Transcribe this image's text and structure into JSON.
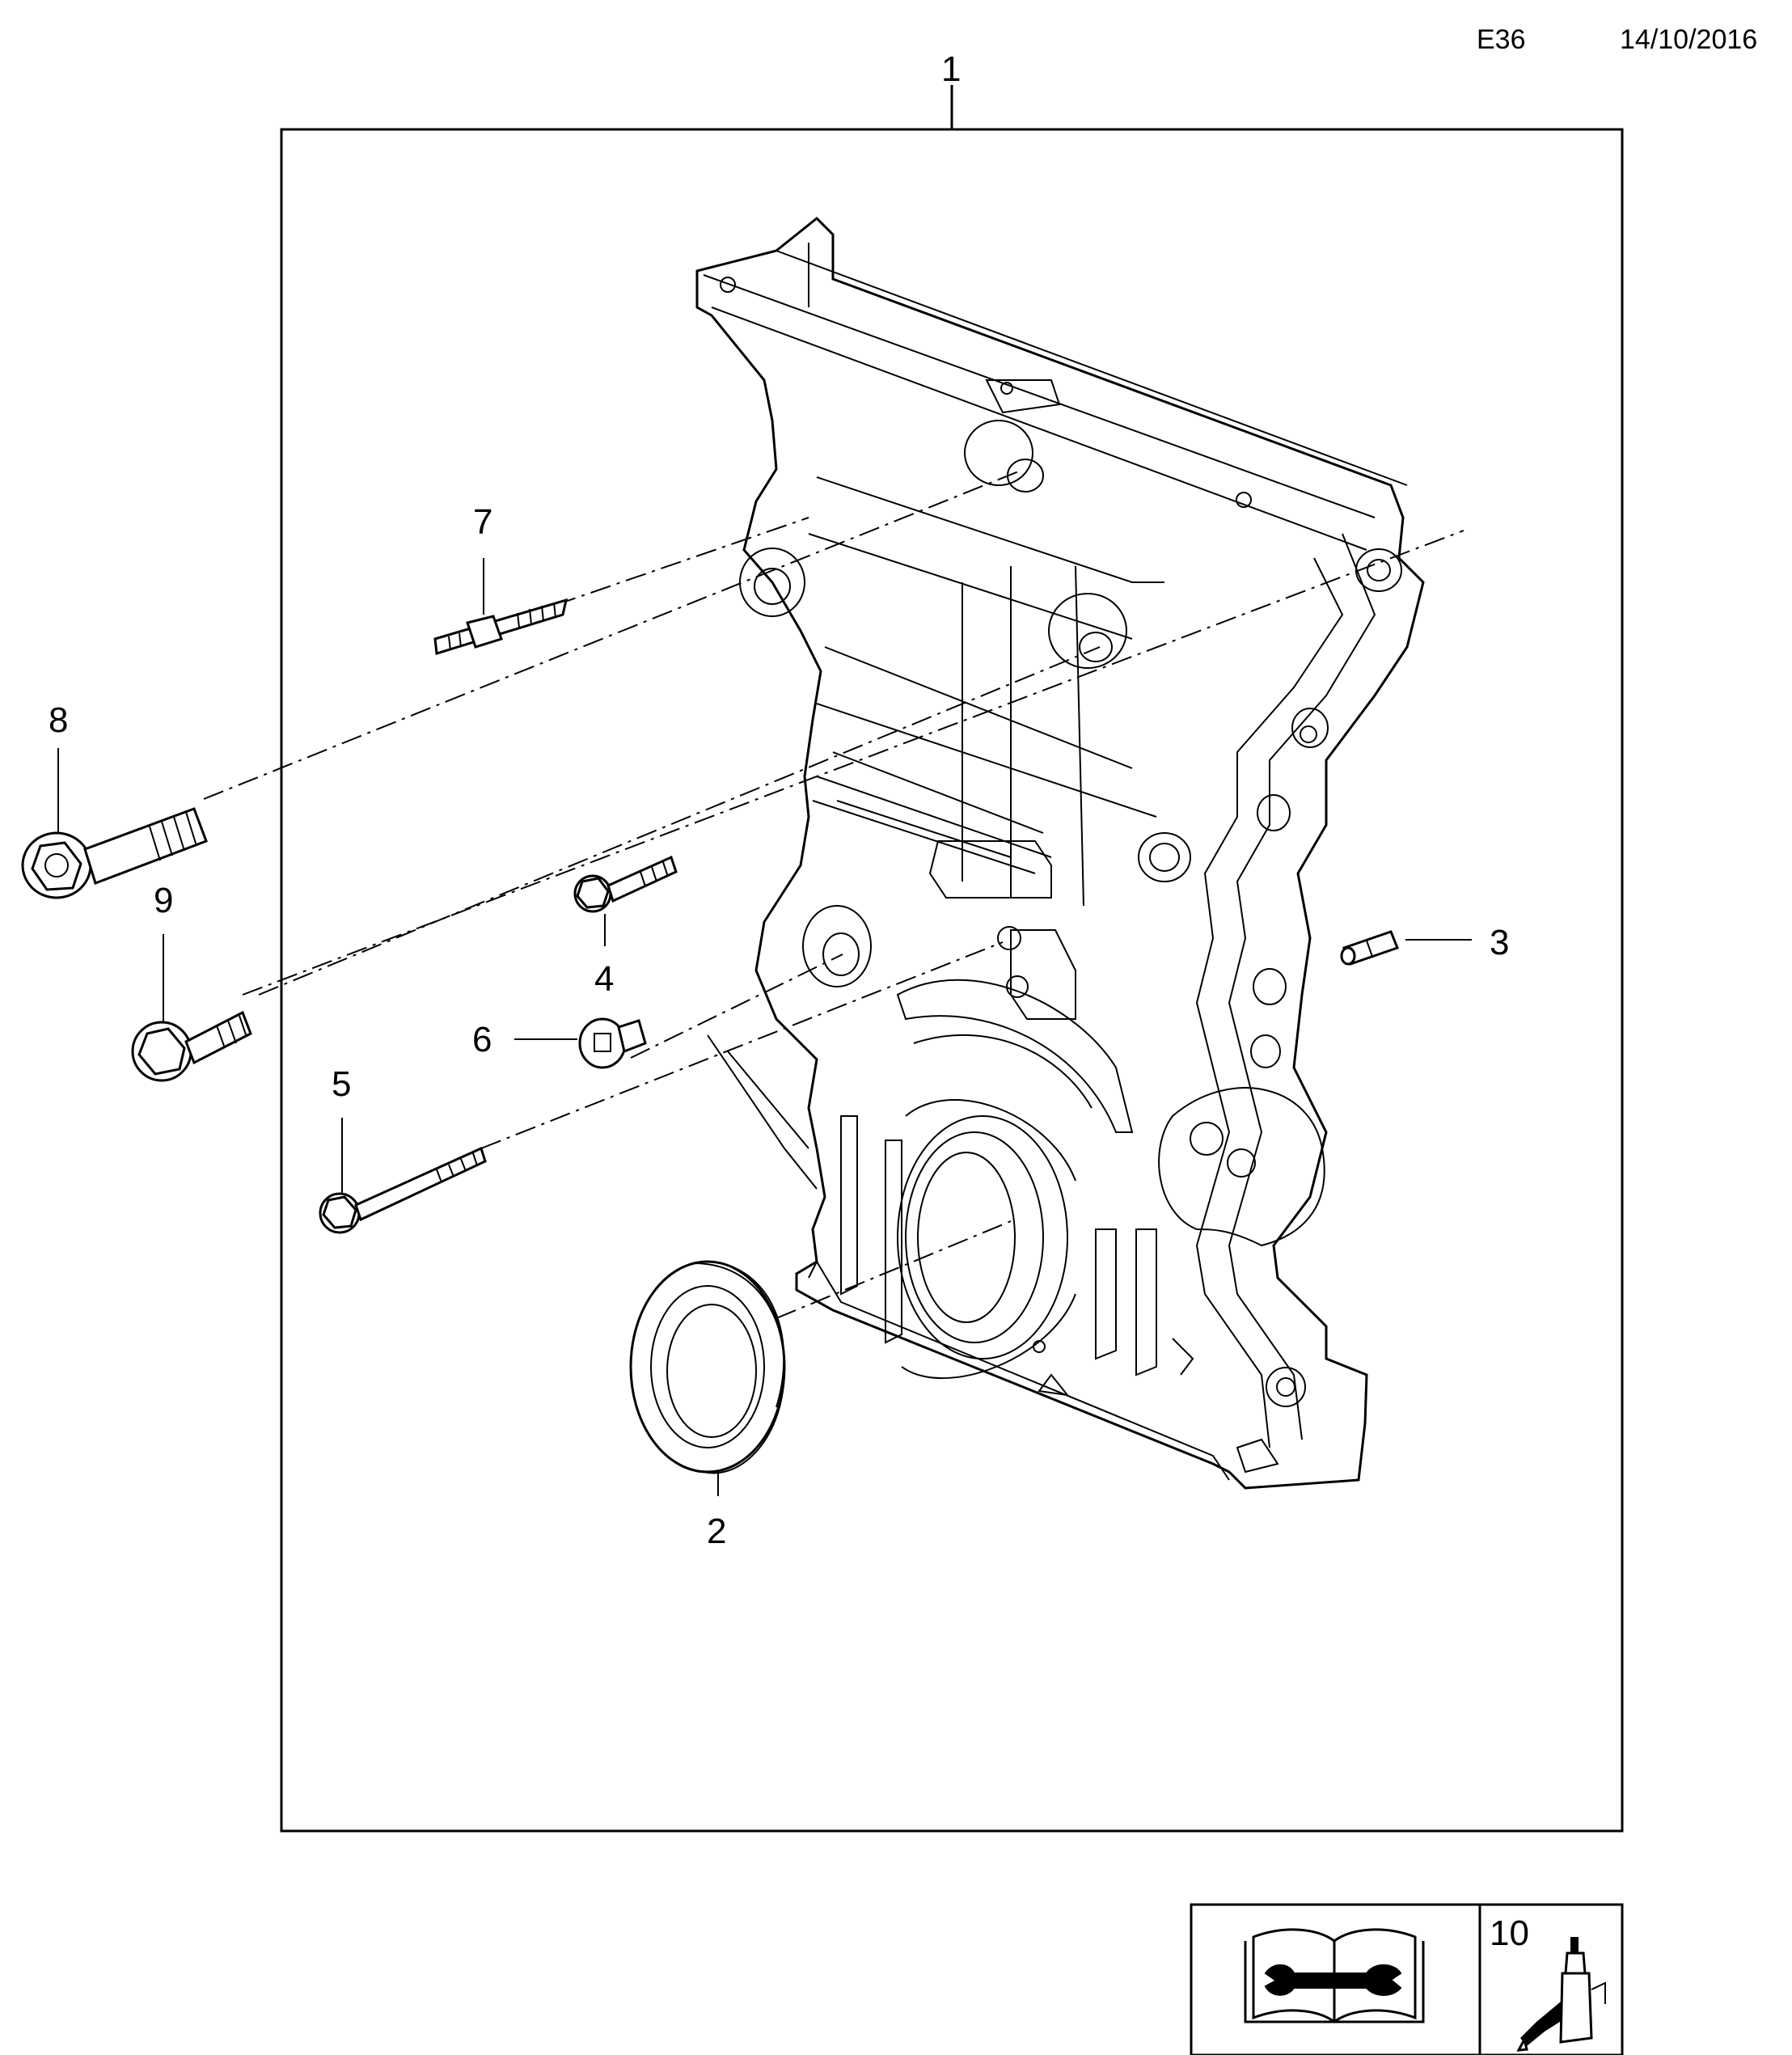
{
  "header": {
    "code": "E36",
    "date": "14/10/2016"
  },
  "callouts": {
    "c1": "1",
    "c2": "2",
    "c3": "3",
    "c4": "4",
    "c5": "5",
    "c6": "6",
    "c7": "7",
    "c8": "8",
    "c9": "9",
    "c10": "10"
  },
  "icons": {
    "manual": "repair-manual-wrench-icon",
    "sealant": "sealant-bottle-icon"
  }
}
